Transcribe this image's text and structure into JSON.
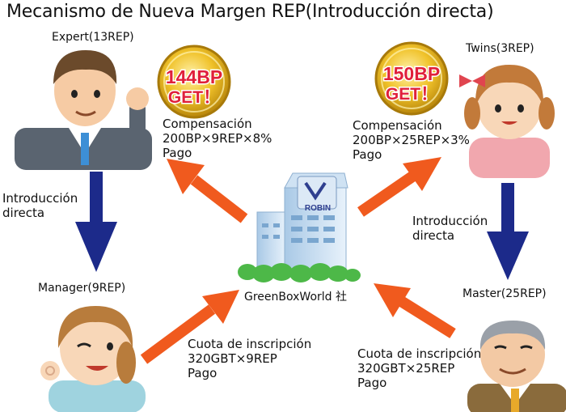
{
  "title": "Mecanismo de Nueva Margen REP(Introducción directa)",
  "company": "GreenBoxWorld 社",
  "building_sign": "ROBIN",
  "people": {
    "expert": {
      "label": "Expert(13REP)"
    },
    "twins": {
      "label": "Twins(3REP)"
    },
    "manager": {
      "label": "Manager(9REP)"
    },
    "master": {
      "label": "Master(25REP)"
    }
  },
  "coins": {
    "left": {
      "line1": "144BP",
      "line2": "GET！"
    },
    "right": {
      "line1": "150BP",
      "line2": "GET！"
    }
  },
  "compensation_left": {
    "line1": "Compensación",
    "line2": "200BP×9REP×8%",
    "line3": "Pago"
  },
  "compensation_right": {
    "line1": "Compensación",
    "line2": "200BP×25REP×3%",
    "line3": "Pago"
  },
  "intro_left": {
    "line1": "Introducción",
    "line2": "directa"
  },
  "intro_right": {
    "line1": "Introducción",
    "line2": "directa"
  },
  "fee_left": {
    "line1": "Cuota de inscripción",
    "line2": "320GBT×9REP",
    "line3": "Pago"
  },
  "fee_right": {
    "line1": "Cuota de inscripción",
    "line2": "320GBT×25REP",
    "line3": "Pago"
  },
  "colors": {
    "orange_arrow": "#f05a1e",
    "blue_arrow": "#1c2a8a",
    "coin_gold": "#e8b518",
    "coin_text": "#e0203a"
  }
}
